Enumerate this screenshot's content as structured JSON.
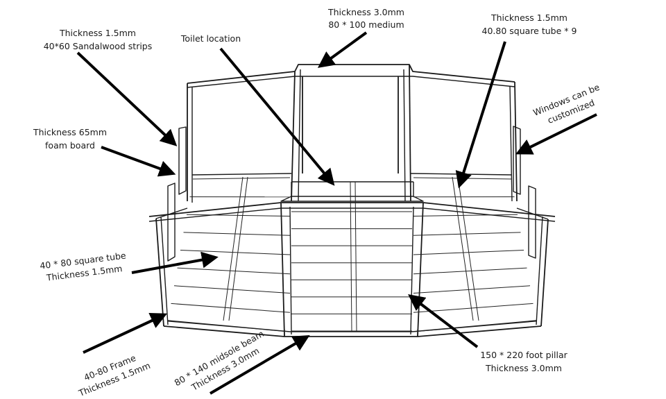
{
  "callouts": {
    "top_center": {
      "line1": "Thickness 3.0mm",
      "line2": "80 * 100 medium"
    },
    "top_left": {
      "line1": "Thickness 1.5mm",
      "line2": "40*60 Sandalwood strips"
    },
    "toilet": {
      "line1": "Toilet location"
    },
    "top_right": {
      "line1": "Thickness 1.5mm",
      "line2": "40.80 square tube * 9"
    },
    "windows": {
      "line1": "Windows can be",
      "line2": "customized"
    },
    "foam": {
      "line1": "Thickness 65mm",
      "line2": "foam board"
    },
    "square_tube": {
      "line1": "40 * 80 square tube",
      "line2": "Thickness 1.5mm"
    },
    "frame": {
      "line1": "40-80 Frame",
      "line2": "Thickness 1.5mm"
    },
    "midsole": {
      "line1": "80 * 140 midsole beam",
      "line2": "Thickness 3.0mm"
    },
    "pillar": {
      "line1": "150 * 220 foot pillar",
      "line2": "Thickness 3.0mm"
    }
  },
  "colors": {
    "ink": "#1a1a1a",
    "background": "#ffffff"
  }
}
